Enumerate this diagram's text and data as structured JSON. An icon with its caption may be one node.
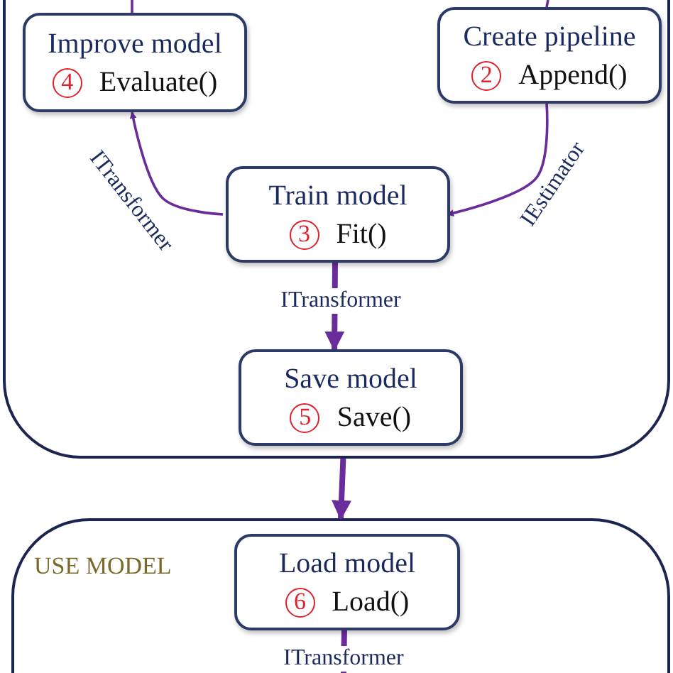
{
  "diagram": {
    "nodes": [
      {
        "text": [],
        "shape": "box"
      },
      {
        "text": [
          "Improve model",
          "4",
          "Evaluate()"
        ],
        "in": 0
      },
      {
        "text": [
          "Create pipeline",
          "2",
          "Append()"
        ],
        "in": 0
      },
      {
        "text": [
          "Train model",
          "3",
          "Fit()"
        ],
        "in": 0
      },
      {
        "text": [
          "Save model",
          "5",
          "Save()"
        ],
        "in": 0
      },
      {
        "text": [
          "USE MODEL"
        ]
      },
      {
        "text": [
          "Load model",
          "6",
          "Load()"
        ],
        "in": 5
      }
    ],
    "edges": [
      {
        "from": 3,
        "to": 1,
        "arrow": "to",
        "label": "ITransformer"
      },
      {
        "from": 2,
        "to": 3,
        "arrow": "to",
        "label": "IEstimator"
      },
      {
        "from": 3,
        "to": 4,
        "arrow": "to",
        "label": "ITransformer",
        "style": "thick"
      },
      {
        "from": 0,
        "to": 5,
        "arrow": "to",
        "style": "thick"
      },
      {
        "from": 6,
        "to": null,
        "arrow": "none",
        "label": "ITransformer",
        "style": "thick"
      },
      {
        "from": 1,
        "to": null,
        "arrow": "none"
      },
      {
        "from": null,
        "to": 2,
        "arrow": "none"
      }
    ]
  }
}
